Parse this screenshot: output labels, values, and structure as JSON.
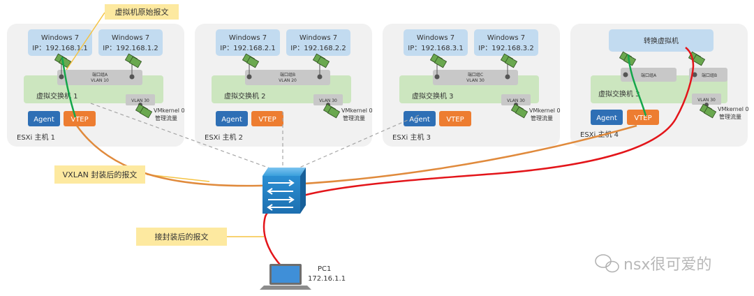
{
  "callouts": {
    "original": "虚拟机原始报文",
    "vxlan": "VXLAN 封装后的报文",
    "decap": "接封装后的报文"
  },
  "hosts": [
    {
      "name": "ESXi 主机 1",
      "vms": [
        {
          "line1": "Windows 7",
          "line2": "IP：192.168.1.1"
        },
        {
          "line1": "Windows 7",
          "line2": "IP：192.168.1.2"
        }
      ],
      "portgroup": {
        "line1": "端口组A",
        "line2": "VLAN 10"
      },
      "vswitch": "虚拟交换机 1",
      "vlan30": "VLAN 30",
      "vmkernel": {
        "line1": "VMkernel 0",
        "line2": "管理流量"
      },
      "agent": "Agent",
      "vtep": "VTEP"
    },
    {
      "name": "ESXi 主机 2",
      "vms": [
        {
          "line1": "Windows 7",
          "line2": "IP：192.168.2.1"
        },
        {
          "line1": "Windows 7",
          "line2": "IP：192.168.2.2"
        }
      ],
      "portgroup": {
        "line1": "端口组B",
        "line2": "VLAN 20"
      },
      "vswitch": "虚拟交换机 2",
      "vlan30": "VLAN 30",
      "vmkernel": {
        "line1": "VMkernel 0",
        "line2": "管理流量"
      },
      "agent": "Agent",
      "vtep": "VTEP"
    },
    {
      "name": "ESXi 主机 3",
      "vms": [
        {
          "line1": "Windows 7",
          "line2": "IP：192.168.3.1"
        },
        {
          "line1": "Windows 7",
          "line2": "IP：192.168.3.2"
        }
      ],
      "portgroup": {
        "line1": "端口组C",
        "line2": "VLAN 30"
      },
      "vswitch": "虚拟交换机 3",
      "vlan30": "VLAN 30",
      "vmkernel": {
        "line1": "VMkernel 0",
        "line2": "管理流量"
      },
      "agent": "Agent",
      "vtep": "VTEP"
    },
    {
      "name": "ESXi 主机 4",
      "vm": "转换虚拟机",
      "portgroupA": "端口组A",
      "portgroupB": "端口组B",
      "vswitch": "虚拟交换机 3",
      "vlan30": "VLAN 30",
      "vmkernel": {
        "line1": "VMkernel 0",
        "line2": "管理流量"
      },
      "agent": "Agent",
      "vtep": "VTEP"
    }
  ],
  "pc": {
    "name": "PC1",
    "ip": "172.16.1.1"
  },
  "watermark": "nsx很可爱的",
  "colors": {
    "panel": "#f1f1f1",
    "vm_box": "#c2dbf0",
    "vswitch": "#cce6bf",
    "portgroup": "#c8c8c8",
    "agent": "#2e6fb5",
    "vtep": "#ed7d31",
    "callout": "#fde9a0",
    "green_path": "#14a64a",
    "orange_path": "#e08a3c",
    "red_path": "#e3151a",
    "switch": "#2a8fd1"
  }
}
